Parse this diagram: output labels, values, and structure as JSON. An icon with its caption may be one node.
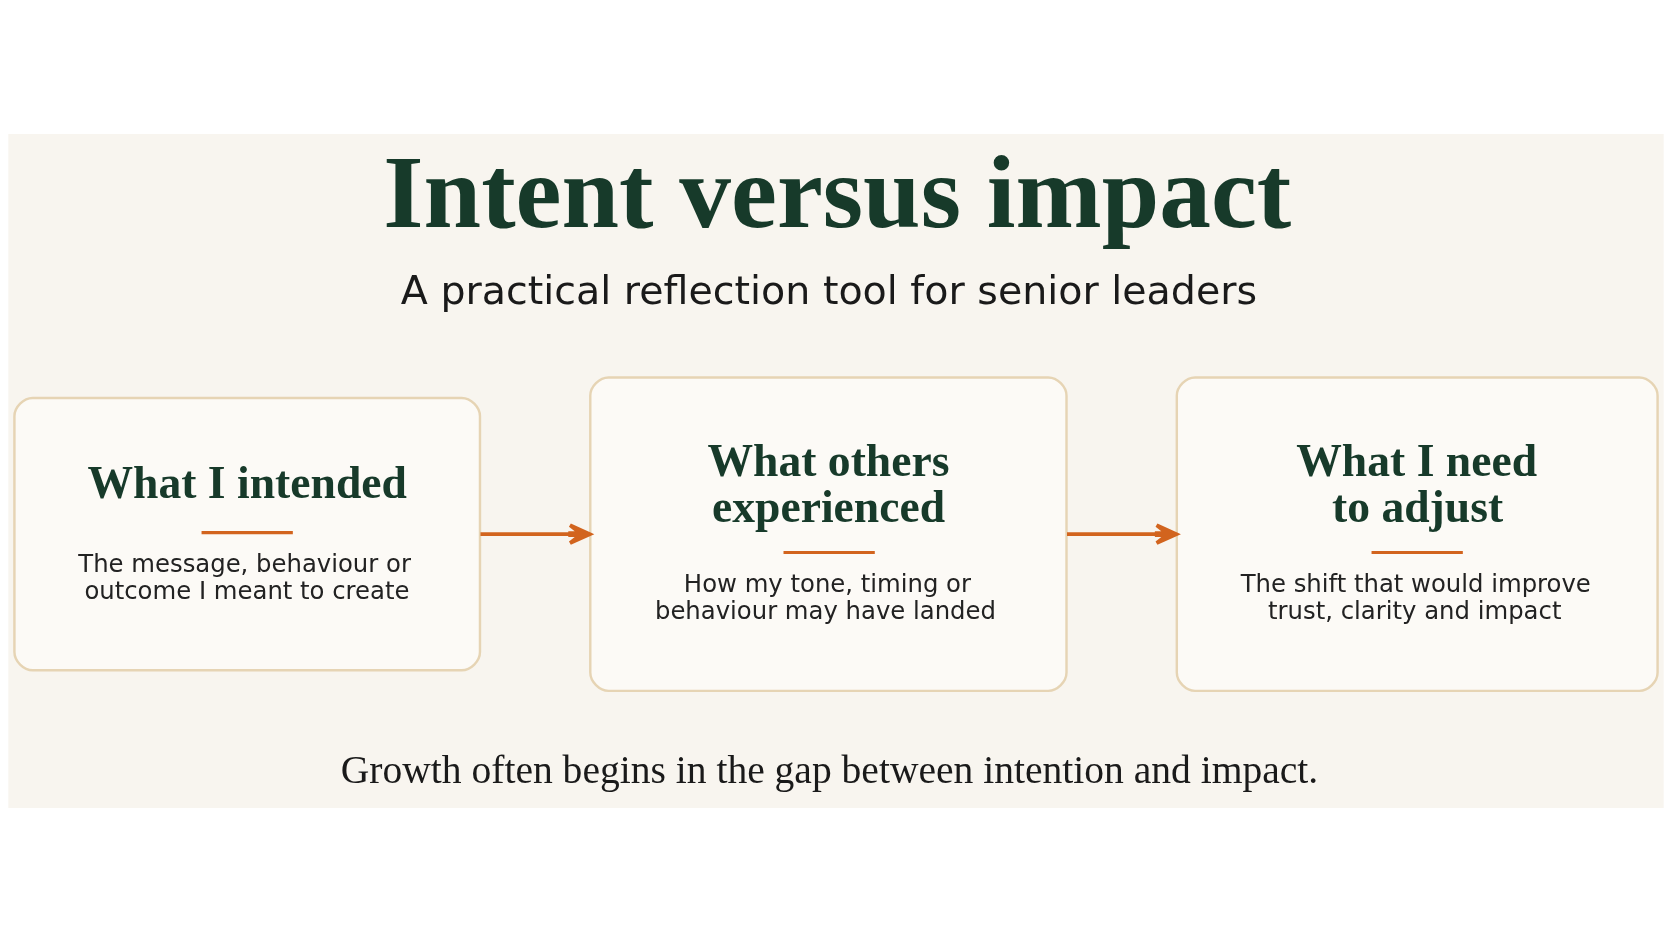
{
  "diagram": {
    "title": "Intent versus impact",
    "caption": "Growth often begins in the gap between intention and impact.",
    "nodes": [
      {
        "text": [
          "What I intended",
          "The message, behaviour or outcome I meant to create"
        ]
      },
      {
        "text": [
          "What others experienced",
          "How my tone, timing or behaviour may have landed"
        ]
      },
      {
        "text": [
          "What I need to adjust",
          "The shift that would improve trust, clarity and impact"
        ]
      }
    ],
    "edges": [
      {
        "from": 0,
        "to": 1,
        "arrow": "to"
      },
      {
        "from": 1,
        "to": 2,
        "arrow": "to"
      }
    ],
    "labels": [
      "A practical reflection tool for senior leaders"
    ]
  }
}
